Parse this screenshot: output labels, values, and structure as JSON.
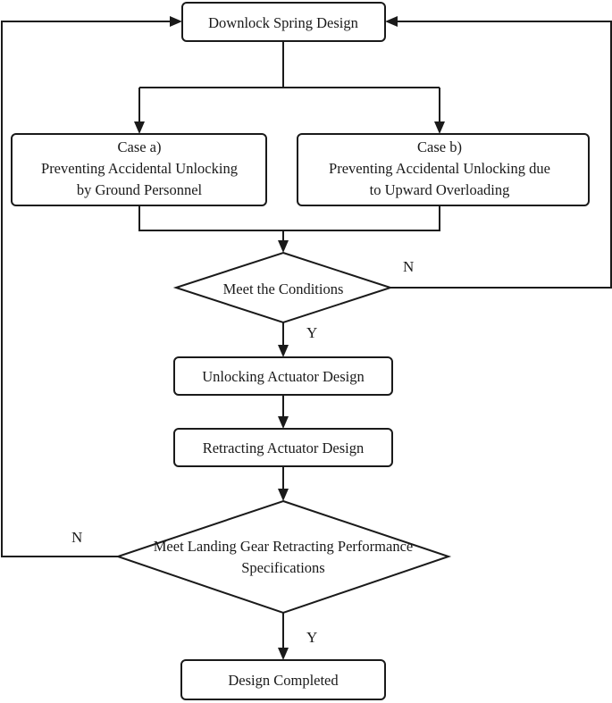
{
  "nodes": {
    "spring_design": "Downlock Spring Design",
    "case_a": [
      "Case a)",
      "Preventing Accidental Unlocking",
      "by Ground Personnel"
    ],
    "case_b": [
      "Case b)",
      "Preventing Accidental Unlocking due",
      "to Upward Overloading"
    ],
    "meet_conditions": "Meet the Conditions",
    "unlocking_actuator": "Unlocking Actuator Design",
    "retracting_actuator": "Retracting Actuator Design",
    "meet_specs": [
      "Meet Landing Gear Retracting Performance",
      "Specifications"
    ],
    "completed": "Design Completed"
  },
  "edge_labels": {
    "conditions_no": "N",
    "conditions_yes": "Y",
    "specs_no": "N",
    "specs_yes": "Y"
  }
}
